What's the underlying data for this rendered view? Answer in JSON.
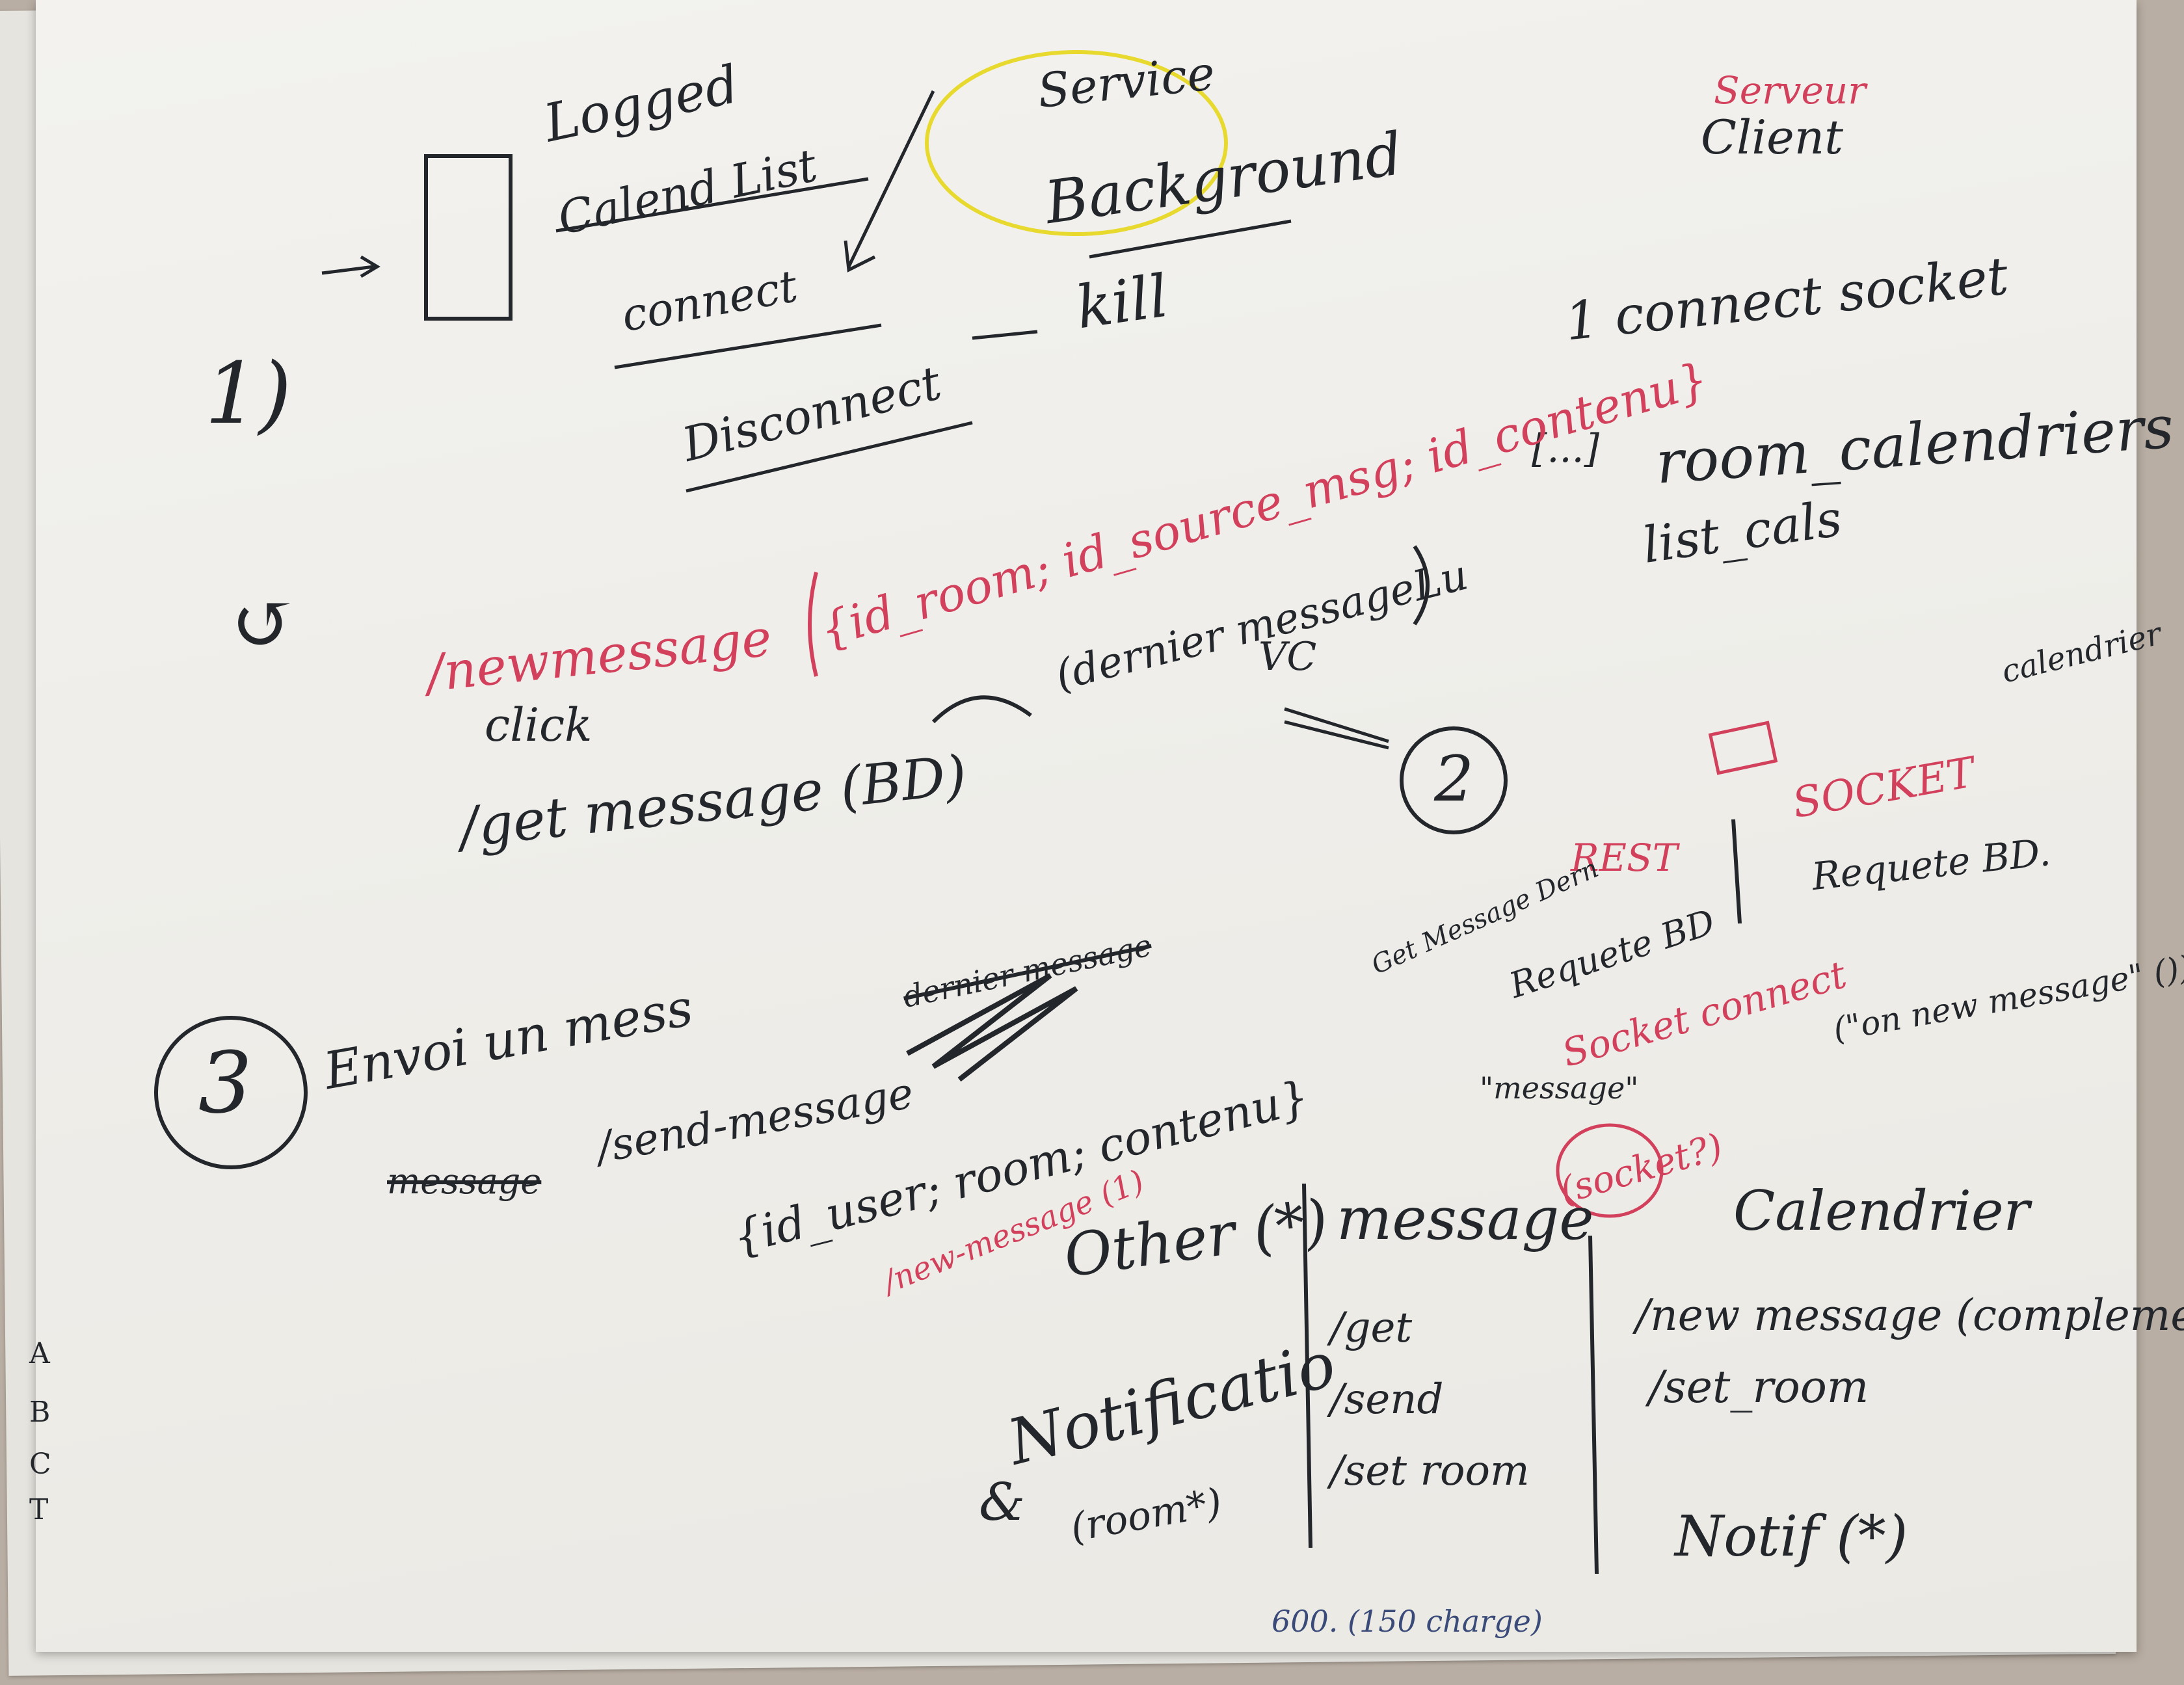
{
  "section1": {
    "label": "1)",
    "logged": "Logged",
    "calend_list": "Calend List",
    "connect": "connect",
    "disconnect": "Disconnect",
    "kill": "kill",
    "service": "Service",
    "background": "Background",
    "server": "Serveur",
    "client": "Client"
  },
  "socket": {
    "connect_socket": "1 connect socket",
    "room_calendriers": "room_calendriers",
    "list_cals": "list_cals",
    "brackets": "[...]",
    "payload": "{id_room; id_source_msg; id_contenu}",
    "new_message": "/newmessage",
    "click": "click",
    "get_message": "/get message (BD)",
    "dernier": "(dernier messageLu",
    "vc": "VC",
    "refresh_symbol": "↺"
  },
  "section2": {
    "label": "2",
    "rest": "REST",
    "socket_label": "SOCKET",
    "requete_bd_right": "Requete BD.",
    "calendrier": "calendrier",
    "get_message_dern": "Get Message Dern",
    "requete_bd": "Requete BD",
    "socket_connect": "Socket connect",
    "message": "\"message\"",
    "on_new_message": "(\"on new message\" ())"
  },
  "section3": {
    "label": "3",
    "envoi": "Envoi un mess",
    "message_crossed": "message",
    "send_message": "/send-message",
    "dernier_crossed": "dernier message",
    "payload": "{id_user; room; contenu}",
    "new_message_1": "/new-message (1)",
    "other": "Other (*)",
    "notification": "Notificatio",
    "room": "(room*)",
    "message_word": "message",
    "socket_q": "(socket?)",
    "get": "/get",
    "send": "/send",
    "set_room": "/set room",
    "calendrier_word": "Calendrier",
    "new_message_compl": "/new message (complement)",
    "set_room2": "/set_room",
    "notif": "Notif (*)",
    "ampersand": "&"
  },
  "bottom": {
    "figures": "600. (150 charge)"
  },
  "left_margin": {
    "letters": [
      "A",
      "B",
      "C",
      "T"
    ]
  }
}
